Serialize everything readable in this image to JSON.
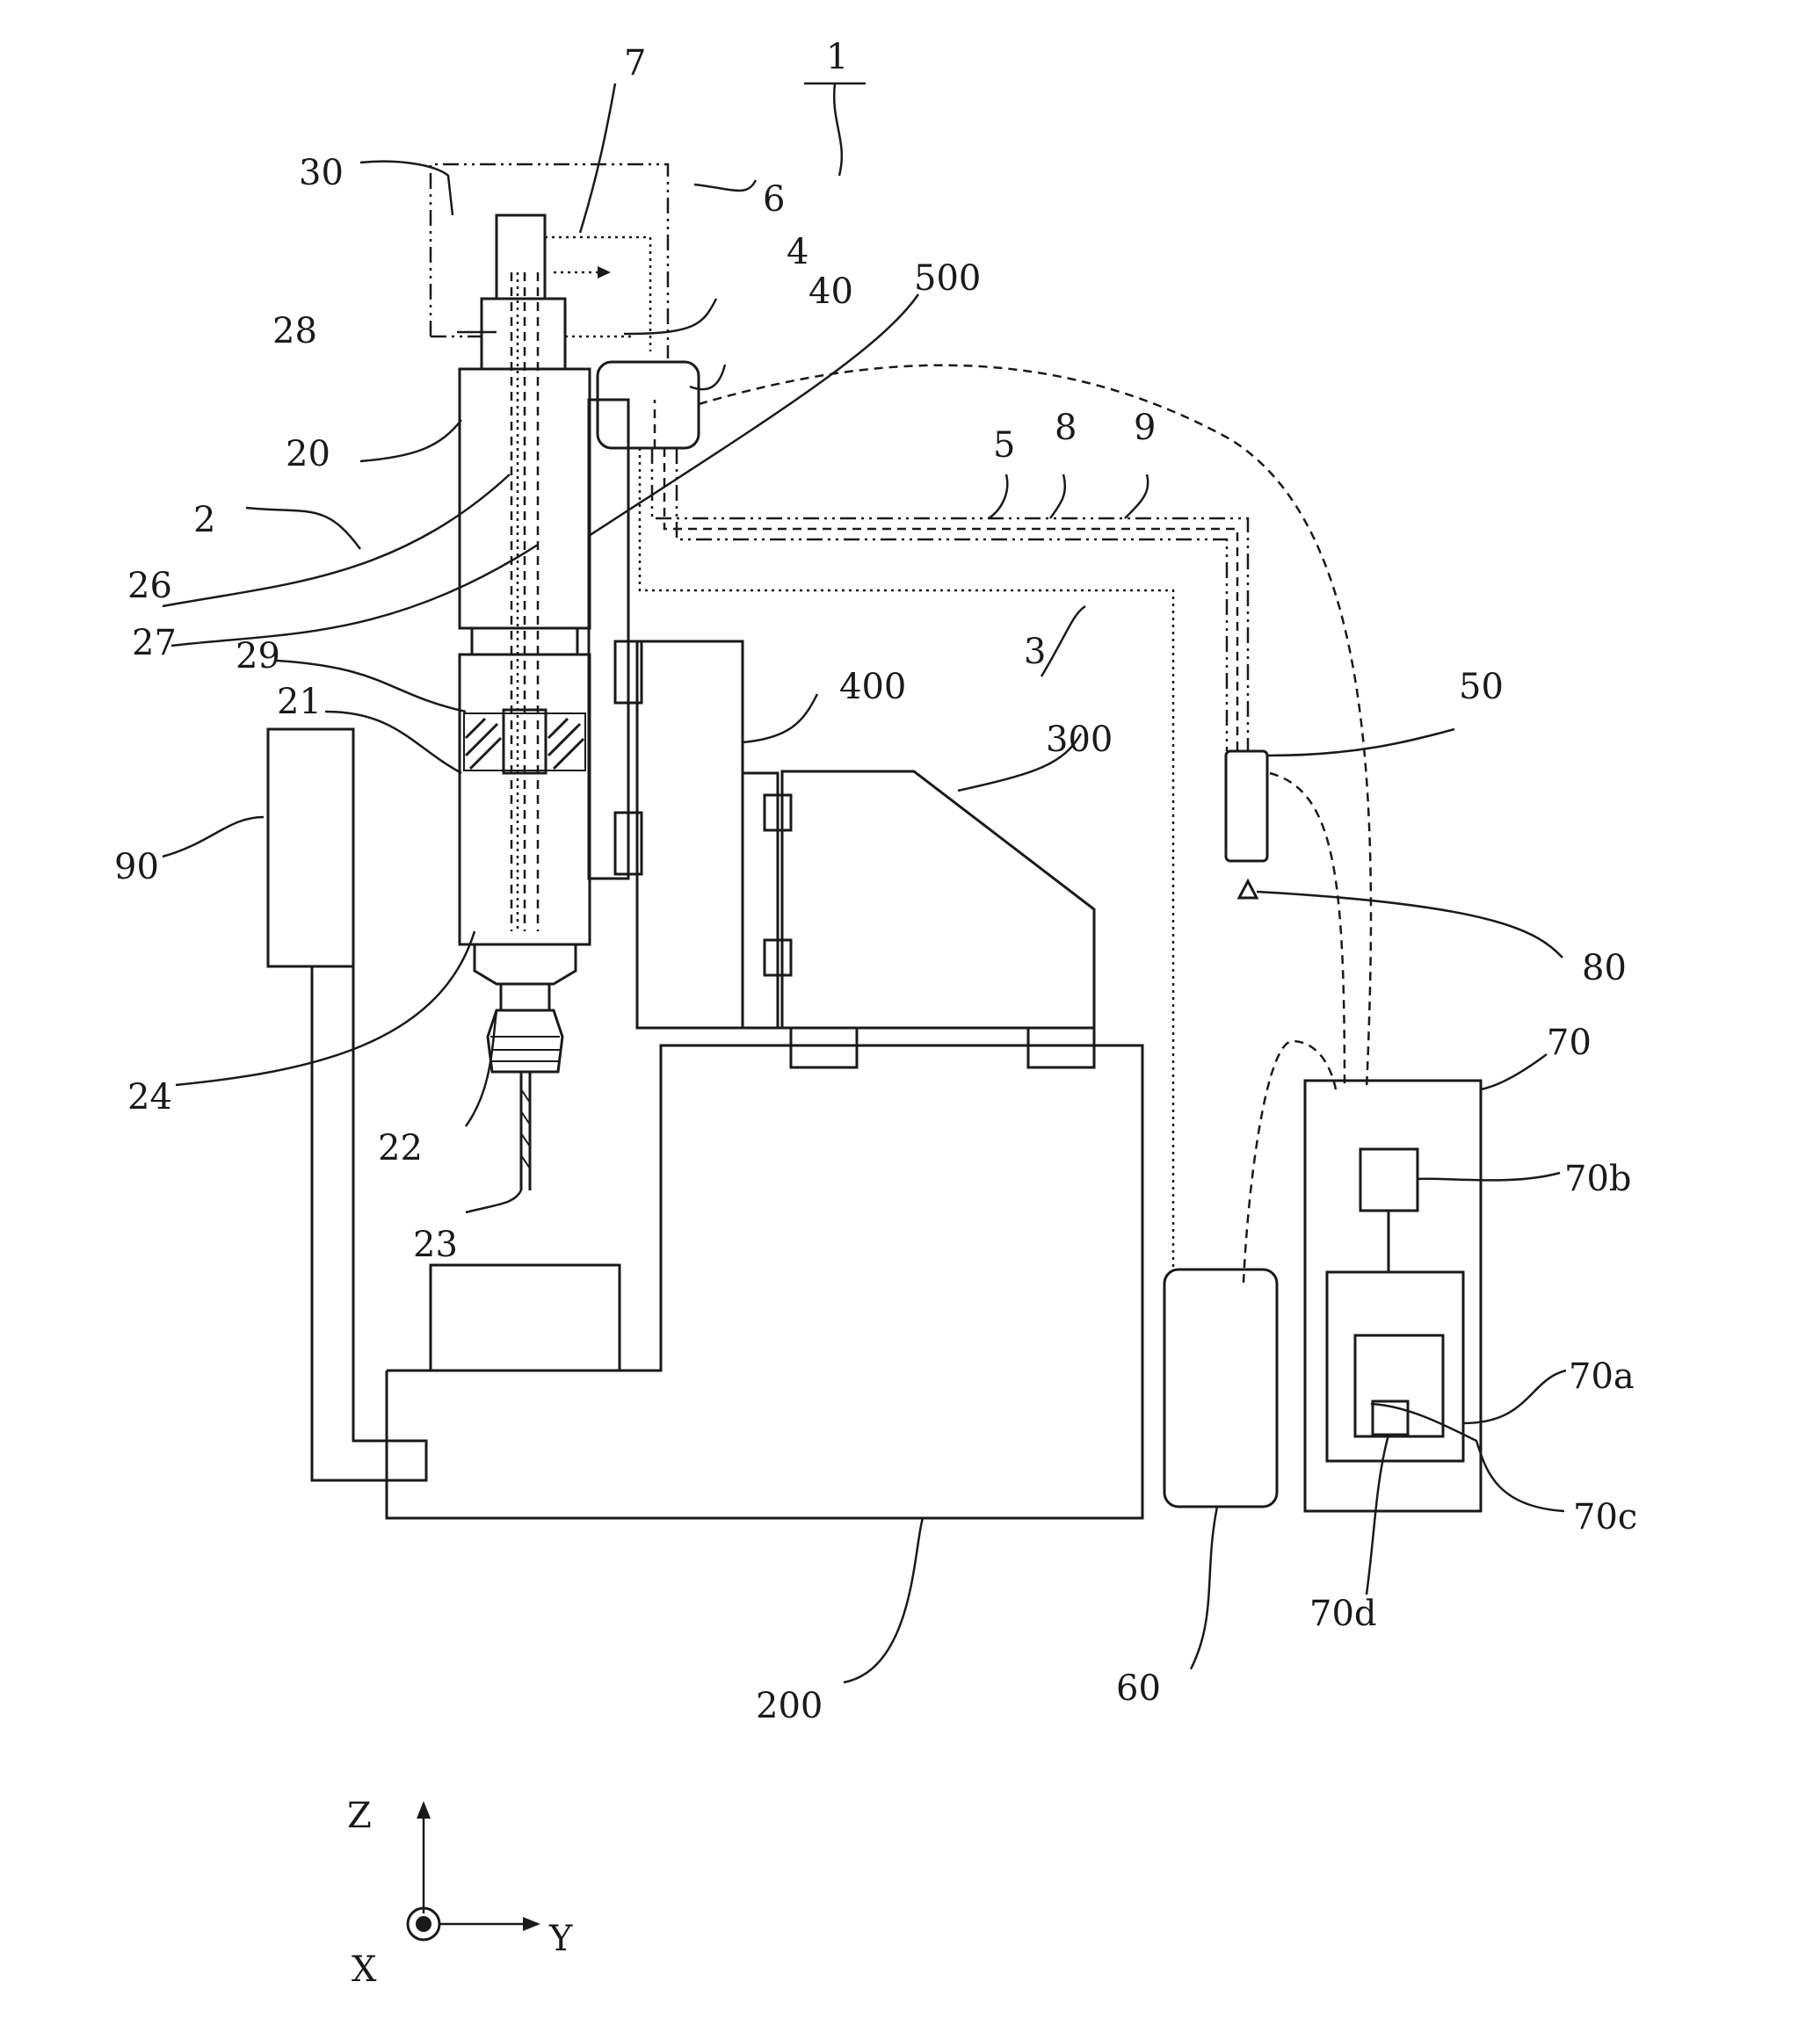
{
  "labels": {
    "l1": "1",
    "l2": "2",
    "l3": "3",
    "l4": "4",
    "l5": "5",
    "l6": "6",
    "l7": "7",
    "l8": "8",
    "l9": "9",
    "l20": "20",
    "l21": "21",
    "l22": "22",
    "l23": "23",
    "l24": "24",
    "l26": "26",
    "l27": "27",
    "l28": "28",
    "l29": "29",
    "l30": "30",
    "l40": "40",
    "l50": "50",
    "l60": "60",
    "l70": "70",
    "l70a": "70a",
    "l70b": "70b",
    "l70c": "70c",
    "l70d": "70d",
    "l80": "80",
    "l90": "90",
    "l200": "200",
    "l300": "300",
    "l400": "400",
    "l500": "500"
  },
  "axes": {
    "z": "Z",
    "x": "X",
    "y": "Y"
  }
}
